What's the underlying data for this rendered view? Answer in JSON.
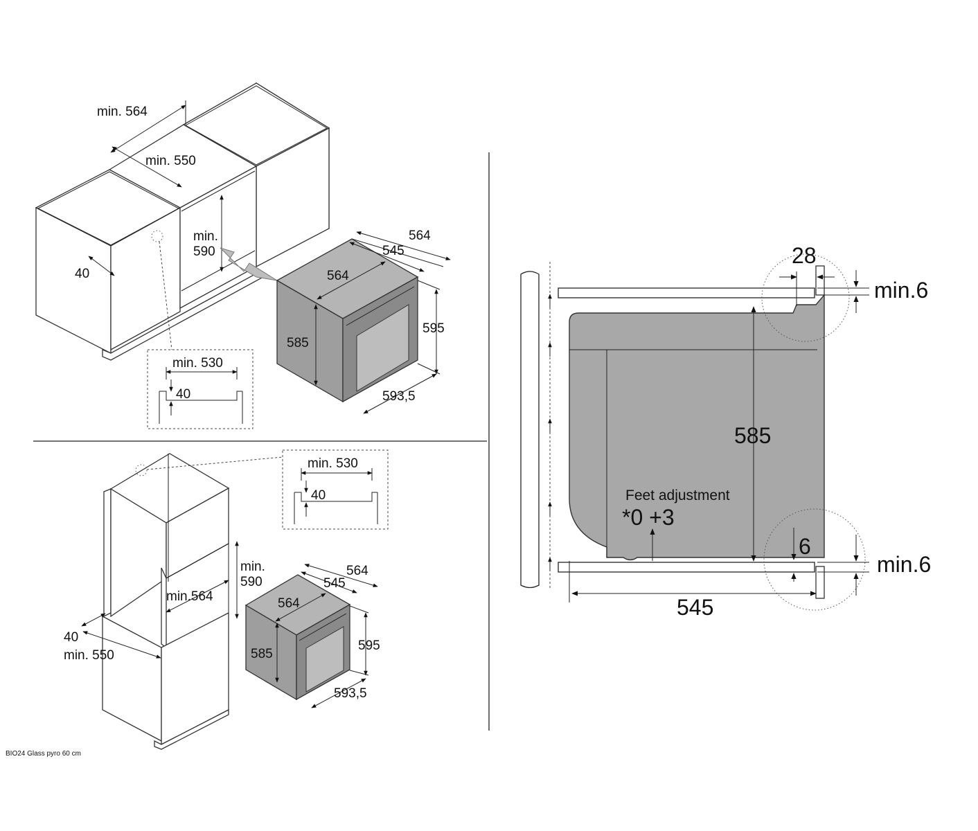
{
  "panel_top_left": {
    "dims": {
      "min_564": "min. 564",
      "min_550": "min. 550",
      "min_590_a": "min.",
      "min_590_b": "590",
      "d40": "40",
      "oven_564_outer": "564",
      "oven_545": "545",
      "oven_564_top": "564",
      "oven_585": "585",
      "oven_595": "595",
      "oven_5935": "593,5"
    },
    "detail": {
      "min_530": "min. 530",
      "d40": "40"
    }
  },
  "panel_bottom_left": {
    "dims": {
      "min_590_a": "min.",
      "min_590_b": "590",
      "min_564": "min.564",
      "d40": "40",
      "min_550": "min. 550",
      "oven_564_outer": "564",
      "oven_545": "545",
      "oven_564_top": "564",
      "oven_585": "585",
      "oven_595": "595",
      "oven_5935": "593,5"
    },
    "detail": {
      "min_530": "min. 530",
      "d40": "40"
    }
  },
  "panel_right": {
    "dims": {
      "d28": "28",
      "min6_top": "min.6",
      "d585": "585",
      "feet_label": "Feet adjustment",
      "feet_value": "*0 +3",
      "d6": "6",
      "min6_bottom": "min.6",
      "d545": "545"
    }
  },
  "caption": "BIO24 Glass pyro 60 cm"
}
